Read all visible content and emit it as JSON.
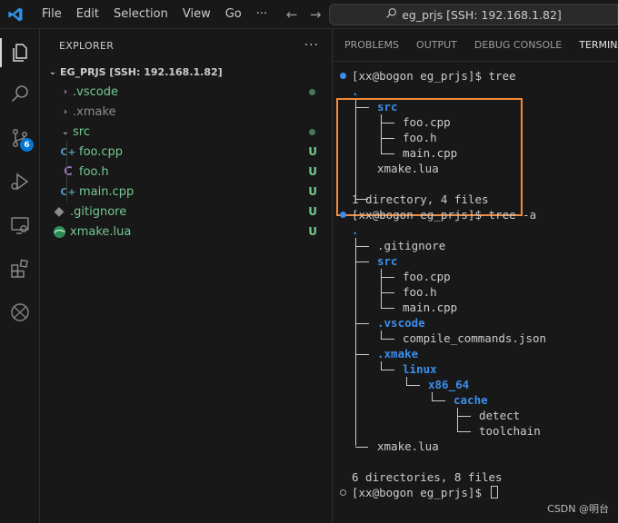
{
  "menu": [
    "File",
    "Edit",
    "Selection",
    "View",
    "Go",
    "···"
  ],
  "nav": {
    "back": "←",
    "forward": "→"
  },
  "search": {
    "text": "eg_prjs [SSH: 192.168.1.82]"
  },
  "activity": {
    "source_control_badge": "6"
  },
  "explorer": {
    "title": "EXPLORER",
    "more": "···",
    "folder": "EG_PRJS [SSH: 192.168.1.82]",
    "items": [
      {
        "label": ".vscode",
        "kind": "folder",
        "status": "dot"
      },
      {
        "label": ".xmake",
        "kind": "folder",
        "status": ""
      },
      {
        "label": "src",
        "kind": "folder-open",
        "status": "dot"
      },
      {
        "label": "foo.cpp",
        "kind": "cpp",
        "status": "U"
      },
      {
        "label": "foo.h",
        "kind": "h",
        "status": "U"
      },
      {
        "label": "main.cpp",
        "kind": "cpp",
        "status": "U"
      },
      {
        "label": ".gitignore",
        "kind": "git",
        "status": "U"
      },
      {
        "label": "xmake.lua",
        "kind": "lua",
        "status": "U"
      }
    ]
  },
  "panel": {
    "tabs": [
      "PROBLEMS",
      "OUTPUT",
      "DEBUG CONSOLE",
      "TERMINAL"
    ]
  },
  "terminal": {
    "prompt1": "[xx@bogon eg_prjs]$ tree",
    "t1": [
      ".",
      "src",
      "foo.cpp",
      "foo.h",
      "main.cpp",
      "xmake.lua"
    ],
    "summary1": "1 directory, 4 files",
    "prompt2": "[xx@bogon eg_prjs]$ tree -a",
    "t2": [
      ".",
      ".gitignore",
      "src",
      "foo.cpp",
      "foo.h",
      "main.cpp",
      ".vscode",
      "compile_commands.json",
      ".xmake",
      "linux",
      "x86_64",
      "cache",
      "detect",
      "toolchain",
      "xmake.lua"
    ],
    "summary2": "6 directories, 8 files",
    "prompt3": "[xx@bogon eg_prjs]$ "
  },
  "watermark": "CSDN @明台",
  "colors": {
    "accent": "#0078d4",
    "highlight": "#f28b3b",
    "dir": "#3b8eea",
    "untracked": "#73c991"
  }
}
